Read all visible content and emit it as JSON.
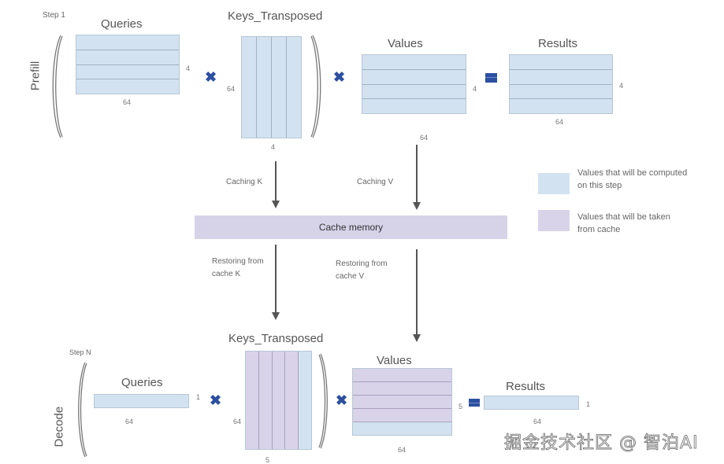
{
  "colors": {
    "computed": "#d2e2f0",
    "cached": "#d9d3ea",
    "operator": "#2c4fa0",
    "cache_memory": "#d6d3e8"
  },
  "prefill": {
    "stage_label": "Prefill",
    "step_label": "Step 1",
    "queries": {
      "title": "Queries",
      "rows_label": "4",
      "cols_label": "64",
      "rows": 4,
      "cached_rows": 0
    },
    "keys": {
      "title": "Keys_Transposed",
      "rows_label": "64",
      "cols_label": "4",
      "cols": 4,
      "cached_cols": 0
    },
    "values": {
      "title": "Values",
      "rows_label": "4",
      "cols_label": "64",
      "rows": 4,
      "cached_rows": 0
    },
    "results": {
      "title": "Results",
      "rows_label": "4",
      "cols_label": "64",
      "rows": 4
    }
  },
  "cache": {
    "label": "Cache memory",
    "caching_k": "Caching K",
    "caching_v": "Caching V",
    "restoring_k": "Restoring from cache K",
    "restoring_k_lines": [
      "Restoring from",
      "cache K"
    ],
    "restoring_v_lines": [
      "Restoring from",
      "cache V"
    ]
  },
  "legend": {
    "items": [
      {
        "label_lines": [
          "Values that will be computed",
          "on this step"
        ],
        "color": "#d2e2f0"
      },
      {
        "label_lines": [
          "Values that will be taken",
          "from cache"
        ],
        "color": "#d9d3ea"
      }
    ]
  },
  "decode": {
    "stage_label": "Decode",
    "step_label": "Step N",
    "queries": {
      "title": "Queries",
      "rows_label": "1",
      "cols_label": "64",
      "rows": 1
    },
    "keys": {
      "title": "Keys_Transposed",
      "rows_label": "64",
      "cols_label": "5",
      "cols": 5,
      "cached_cols": 4
    },
    "values": {
      "title": "Values",
      "rows_label": "5",
      "cols_label": "64",
      "rows": 5,
      "cached_rows": 4
    },
    "results": {
      "title": "Results",
      "rows_label": "1",
      "cols_label": "64",
      "rows": 1
    }
  },
  "operators": {
    "multiply": "✖",
    "equals": "="
  },
  "watermark": "掘金技术社区 @ 智泊AI"
}
